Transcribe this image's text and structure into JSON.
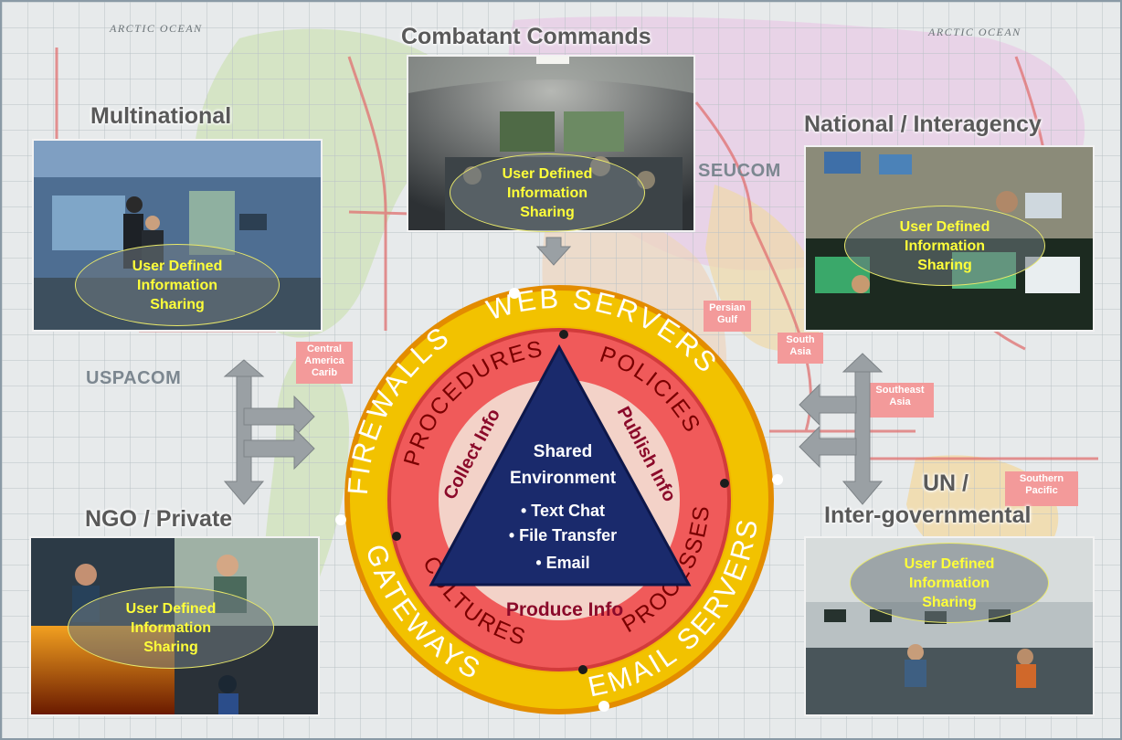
{
  "map": {
    "ocean_labels": [
      "ARCTIC OCEAN",
      "ARCTIC OCEAN"
    ],
    "region_labels": [
      "USPACOM",
      "SEUCOM"
    ],
    "sub_regions": [
      {
        "lines": [
          "Central",
          "America",
          "Carib"
        ]
      },
      {
        "lines": [
          "Persian",
          "Gulf"
        ]
      },
      {
        "lines": [
          "South",
          "Asia"
        ]
      },
      {
        "lines": [
          "Southeast",
          "Asia"
        ]
      },
      {
        "lines": [
          "Southern",
          "Pacific"
        ]
      }
    ]
  },
  "nodes": {
    "combatant_commands": {
      "title": "Combatant Commands"
    },
    "multinational": {
      "title": "Multinational"
    },
    "national_interagency": {
      "title": "National / Interagency"
    },
    "ngo_private": {
      "title": "NGO / Private"
    },
    "un": {
      "title_line1": "UN /",
      "title_line2": "Inter-governmental"
    }
  },
  "bubble": {
    "line1": "User Defined",
    "line2": "Information",
    "line3": "Sharing"
  },
  "outer_ring": {
    "labels": [
      "WEB SERVERS",
      "EMAIL SERVERS",
      "GATEWAYS",
      "FIREWALLS"
    ],
    "colors": {
      "ring": "#f2c200",
      "edge": "#e08a00",
      "text": "#ffffff"
    }
  },
  "inner_ring": {
    "labels": [
      "POLICIES",
      "PROCESSES",
      "CULTURES",
      "PROCEDURES"
    ],
    "colors": {
      "ring": "#f05a5a",
      "text": "#7a0000"
    }
  },
  "flows": {
    "collect": "Collect Info",
    "publish": "Publish Info",
    "produce": "Produce Info",
    "color": "#8b0a2a"
  },
  "triangle": {
    "title_line1": "Shared",
    "title_line2": "Environment",
    "items": [
      "• Text Chat",
      "• File Transfer",
      "• Email"
    ],
    "color": "#1a2a6c"
  }
}
